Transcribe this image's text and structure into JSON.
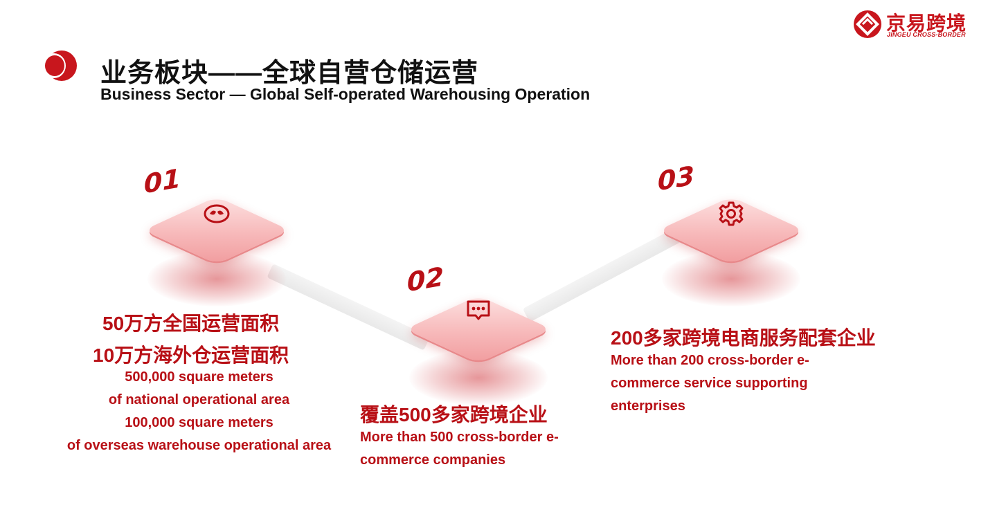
{
  "header": {
    "title_cn": "业务板块——全球自营仓储运营",
    "title_en": "Business Sector —  Global Self-operated Warehousing Operation"
  },
  "logo": {
    "name_cn": "京易跨境",
    "name_en": "JINGEU CROSS-BORDER"
  },
  "colors": {
    "accent": "#c8161d",
    "text_red": "#b81016",
    "tile_pink": "#f7b9ba"
  },
  "steps": [
    {
      "number": "01",
      "icon": "eye-icon",
      "lines_cn": [
        "50万方全国运营面积",
        "10万方海外仓运营面积"
      ],
      "lines_en": [
        "500,000 square meters",
        "of national operational area",
        "100,000 square meters",
        "of overseas warehouse operational area"
      ]
    },
    {
      "number": "02",
      "icon": "chat-bubble-icon",
      "lines_cn": [
        "覆盖500多家跨境企业"
      ],
      "lines_en": [
        "More than 500 cross-border e-",
        "commerce companies"
      ]
    },
    {
      "number": "03",
      "icon": "gear-icon",
      "lines_cn": [
        "200多家跨境电商服务配套企业"
      ],
      "lines_en": [
        "More than 200 cross-border e-",
        "commerce service supporting",
        "enterprises"
      ]
    }
  ]
}
